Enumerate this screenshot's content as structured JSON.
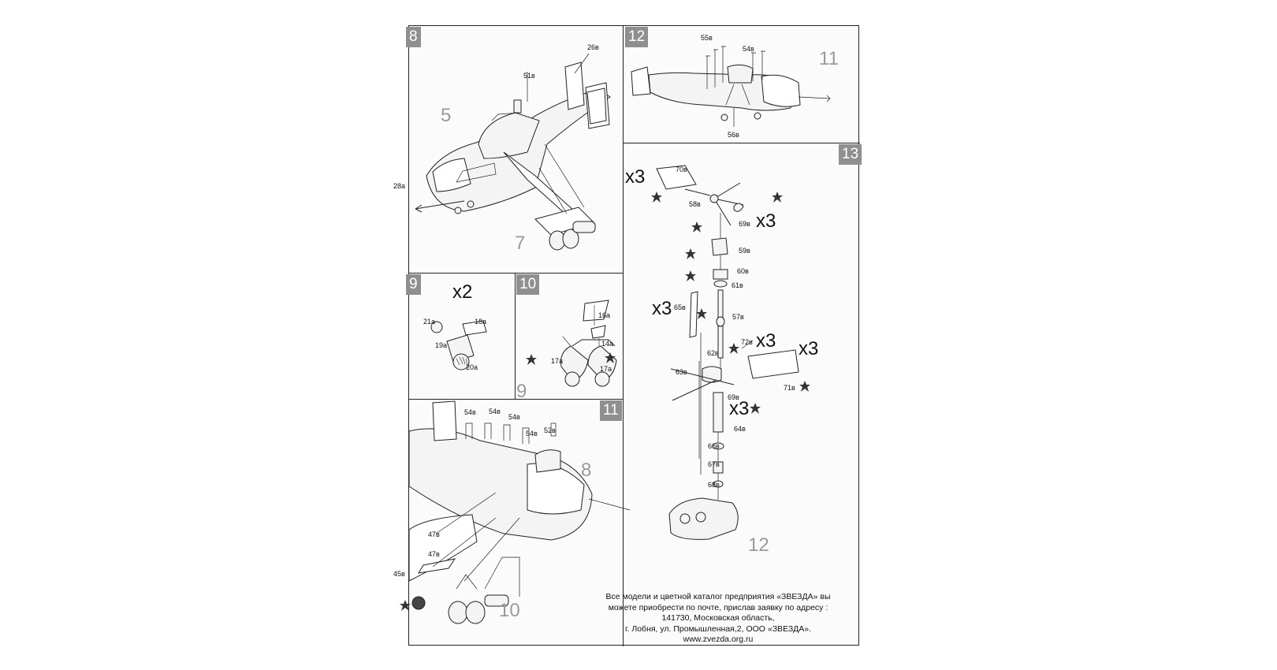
{
  "steps": {
    "s8": {
      "number": "8",
      "multiplier": "",
      "parts": [
        "26в",
        "51в",
        "28а"
      ],
      "callouts": [
        "5",
        "7"
      ]
    },
    "s9": {
      "number": "9",
      "multiplier": "x2",
      "parts": [
        "21а",
        "18а",
        "19а",
        "20а"
      ]
    },
    "s10": {
      "number": "10",
      "parts": [
        "16а",
        "14а",
        "17а",
        "17а"
      ],
      "callouts": [
        "9"
      ]
    },
    "s11": {
      "number": "11",
      "parts": [
        "54в",
        "54в",
        "54в",
        "54в",
        "52в",
        "47в",
        "47в",
        "45в"
      ],
      "callouts": [
        "8",
        "10"
      ]
    },
    "s12": {
      "number": "12",
      "parts": [
        "55в",
        "54в",
        "56в"
      ],
      "callouts": [
        "11"
      ]
    },
    "s13": {
      "number": "13",
      "multipliers": [
        "x3",
        "x3",
        "x3",
        "x3",
        "x3",
        "x3"
      ],
      "parts": [
        "70в",
        "58в",
        "69в",
        "59в",
        "60в",
        "61в",
        "65в",
        "57в",
        "72в",
        "62в",
        "63в",
        "69в",
        "71в",
        "64в",
        "66в",
        "67в",
        "68в"
      ],
      "callouts": [
        "12"
      ]
    }
  },
  "footer": {
    "line1": "Все модели и цветной каталог предприятия «ЗВЕЗДА» вы",
    "line2": "можете приобрести по почте, прислав заявку по адресу :",
    "line3": "141730, Московская область,",
    "line4": "г. Лобня, ул. Промышленная,2, ООО «ЗВЕЗДА».",
    "line5": "www.zvezda.org.ru"
  },
  "colors": {
    "line": "#222222",
    "step_badge": "#8f8f8f",
    "callout": "#9a9a9a",
    "paper": "#fbfbfb"
  },
  "icons": [
    "glue-star-icon"
  ]
}
